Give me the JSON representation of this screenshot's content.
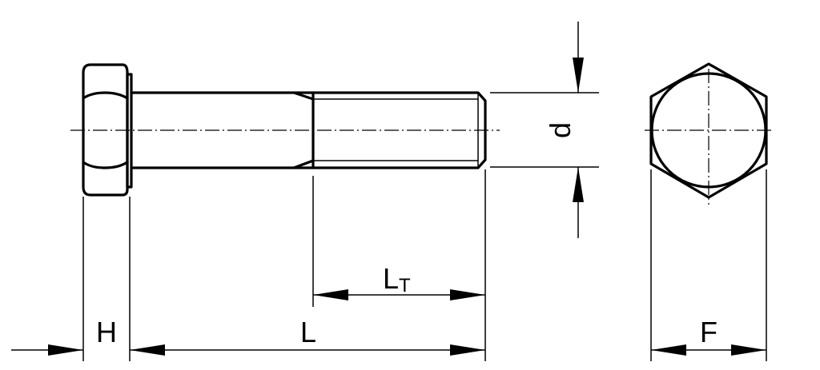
{
  "labels": {
    "H": "H",
    "L": "L",
    "LT_main": "L",
    "LT_sub": "T",
    "d": "d",
    "F": "F"
  },
  "colors": {
    "line": "#000000",
    "background": "#ffffff"
  }
}
